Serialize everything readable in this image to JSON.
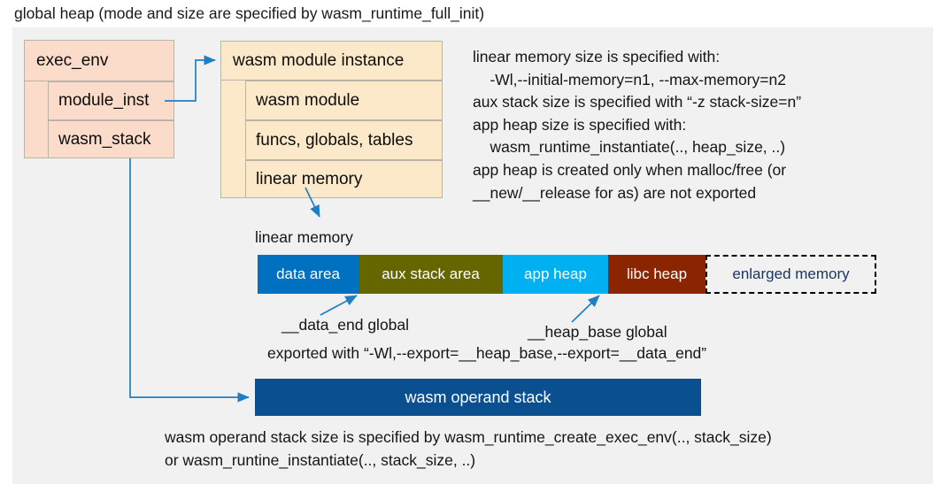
{
  "title": "global heap (mode and size are specified by wasm_runtime_full_init)",
  "exec_env": {
    "header": "exec_env",
    "rows": [
      {
        "label": "module_inst"
      },
      {
        "label": "wasm_stack"
      }
    ]
  },
  "module_instance": {
    "header": "wasm module instance",
    "rows": [
      {
        "label": "wasm module"
      },
      {
        "label": "funcs, globals, tables"
      },
      {
        "label": "linear memory"
      }
    ]
  },
  "note_right": "linear memory size is specified with:\n    -Wl,--initial-memory=n1, --max-memory=n2\naux stack size is specified with “-z stack-size=n”\napp heap size is specified with:\n    wasm_runtime_instantiate(.., heap_size, ..)\napp heap is created only when malloc/free (or\n__new/__release for as) are not exported",
  "linear_memory": {
    "caption": "linear memory",
    "segments": [
      {
        "label": "data area",
        "color": "#0070c0",
        "width": 114,
        "style": "filled"
      },
      {
        "label": "aux stack area",
        "color": "#666600",
        "width": 163,
        "style": "filled"
      },
      {
        "label": "app heap",
        "color": "#00b0f0",
        "width": 119,
        "style": "filled"
      },
      {
        "label": "libc heap",
        "color": "#8b2500",
        "width": 110,
        "style": "filled"
      },
      {
        "label": "enlarged memory",
        "color": "#f1f1f1",
        "width": 193,
        "style": "dashed"
      }
    ]
  },
  "annotations": {
    "data_end": "__data_end global",
    "heap_base": "__heap_base global",
    "exported_with": "exported with “-Wl,--export=__heap_base,--export=__data_end”"
  },
  "operand_stack": {
    "label": "wasm operand stack"
  },
  "note_bottom": "wasm operand stack size is specified by wasm_runtime_create_exec_env(.., stack_size)\nor wasm_runtine_instantiate(.., stack_size, ..)",
  "colors": {
    "panel_bg": "#f1f1f1",
    "exec_env_fill": "#fbdccb",
    "module_fill": "#fce9c9",
    "box_stroke": "#b9b3a9",
    "wire": "#1f7fc4",
    "operand_stack_fill": "#0a5091",
    "enlarged_text": "#17365d"
  }
}
